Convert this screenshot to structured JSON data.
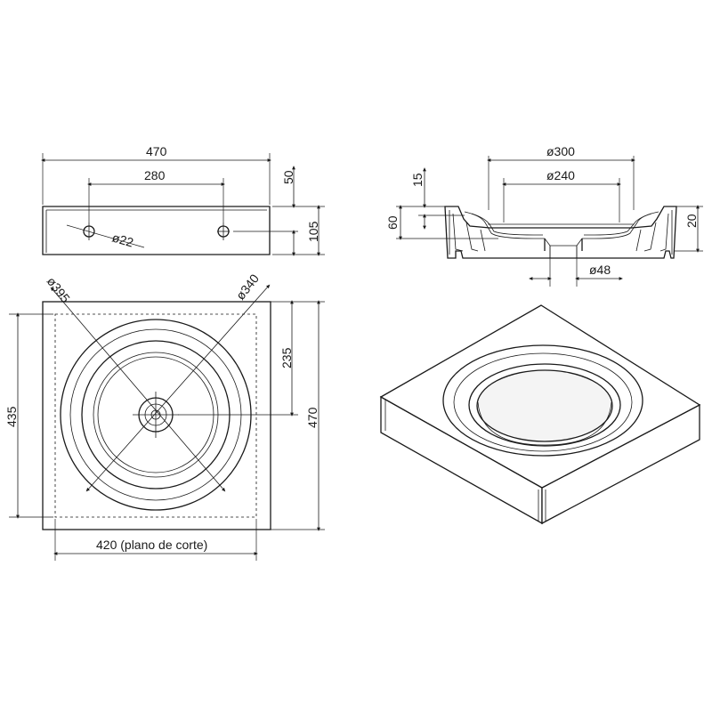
{
  "front_view": {
    "width": "470",
    "hole_spacing": "280",
    "hole_diameter": "ø22",
    "top_height": "50",
    "height": "105"
  },
  "section_view": {
    "outer_diameter": "ø300",
    "inner_diameter": "ø240",
    "rim_depth": "15",
    "total_depth": "60",
    "bowl_depth": "20",
    "drain_diameter": "ø48"
  },
  "plan_view": {
    "diameter_outer": "ø395",
    "diameter_inner": "ø340",
    "center_offset": "235",
    "inner_height": "435",
    "outer_height": "470",
    "cut_plane_width": "420 (plano de corte)"
  }
}
